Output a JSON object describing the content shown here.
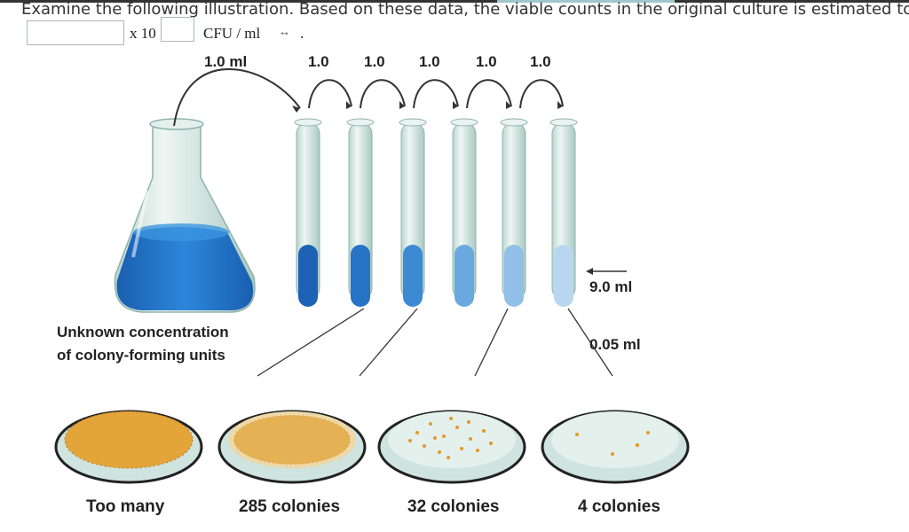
{
  "question": {
    "text": "Examine the following illustration. Based on these data, the viable counts in the original culture is estimated to be",
    "times_ten": "x 10",
    "unit": "CFU / ml",
    "period": "."
  },
  "answer_fields": {
    "coefficient": "",
    "exponent": ""
  },
  "illustration": {
    "flask_transfer": "1.0 ml",
    "tube_transfers": [
      "1.0",
      "1.0",
      "1.0",
      "1.0",
      "1.0"
    ],
    "tube_volume": "9.0 ml",
    "plated_volume": "0.05 ml",
    "flask_caption_line1": "Unknown concentration",
    "flask_caption_line2": "of colony-forming units",
    "plates": [
      {
        "label": "Too many"
      },
      {
        "label": "285 colonies"
      },
      {
        "label": "32 colonies"
      },
      {
        "label": "4 colonies"
      }
    ],
    "colors": {
      "liquid_dark": "#1f6fc0",
      "colony": "#e39a2a",
      "glass": "#cfe3df",
      "agar": "#dfeeea"
    }
  }
}
